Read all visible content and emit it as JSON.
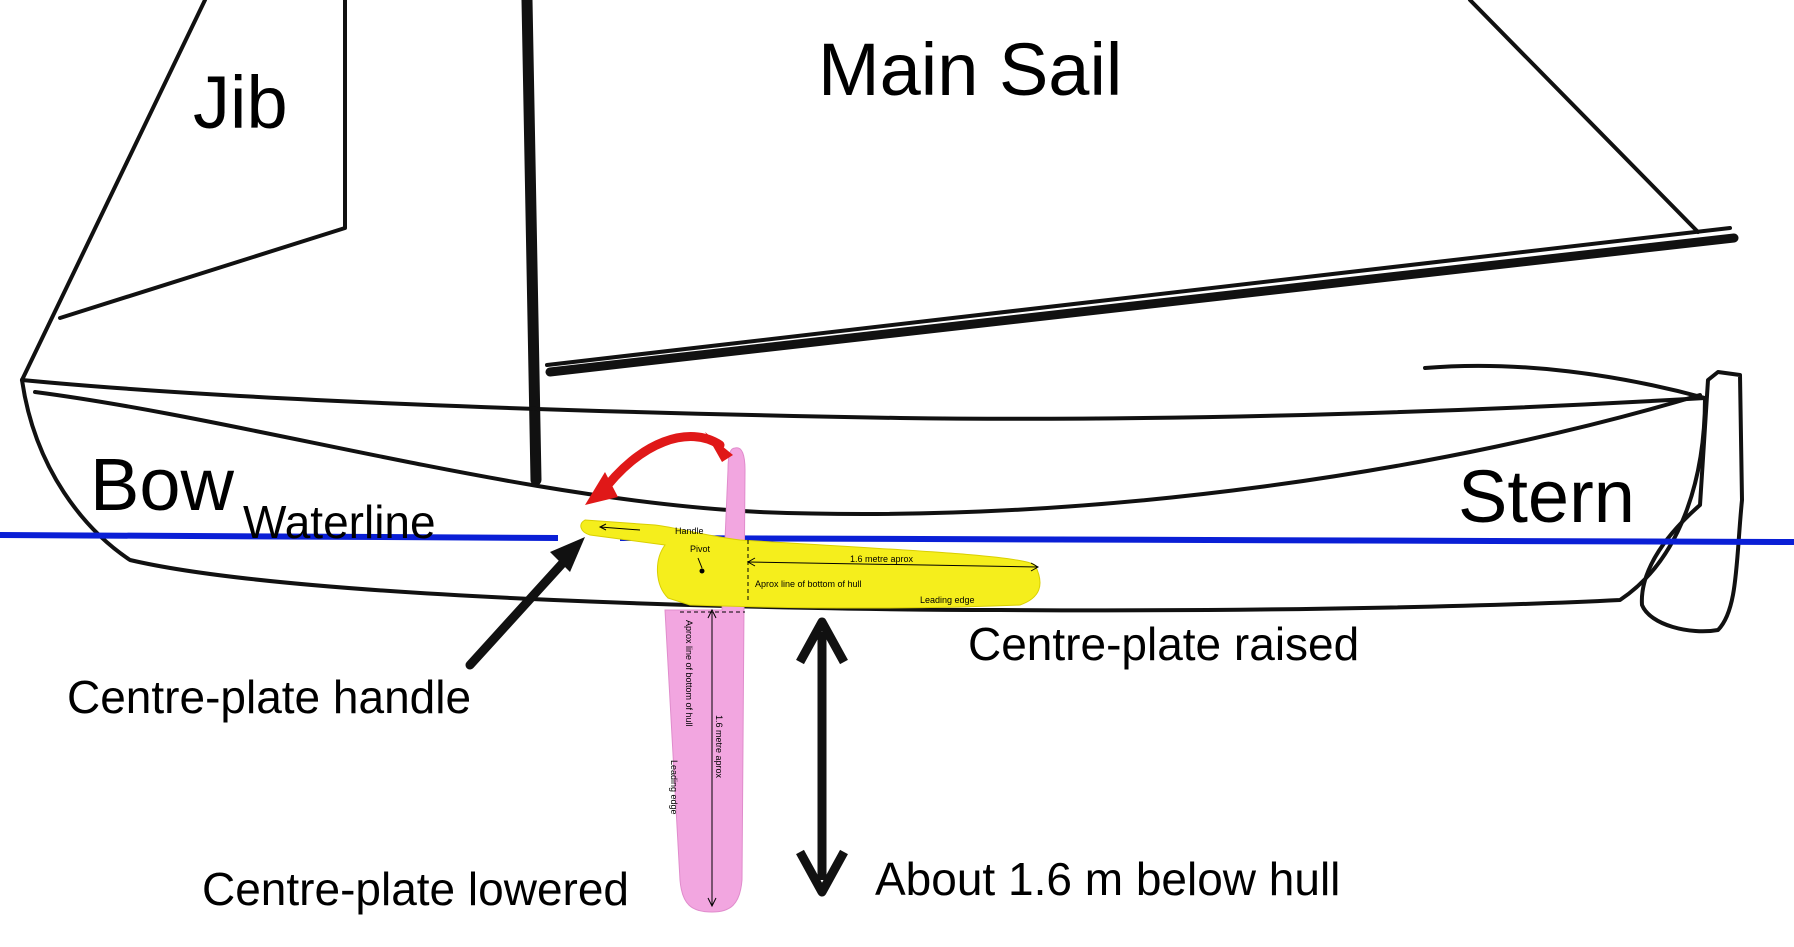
{
  "labels": {
    "jib": "Jib",
    "main_sail": "Main Sail",
    "bow": "Bow",
    "waterline": "Waterline",
    "stern": "Stern",
    "centreplate_handle": "Centre-plate handle",
    "centreplate_raised": "Centre-plate raised",
    "centreplate_lowered": "Centre-plate lowered",
    "depth_note": "About 1.6 m below hull"
  },
  "raised_plate": {
    "handle": "Handle",
    "pivot": "Pivot",
    "length": "1.6 metre aprox",
    "hull_line": "Aprox line of bottom of hull",
    "leading_edge": "Leading edge"
  },
  "lowered_plate": {
    "length": "1.6 metre aprox",
    "hull_line": "Aprox line of bottom of hull",
    "leading_edge": "Leading edge"
  },
  "colors": {
    "waterline": "#0a1fd6",
    "raised_plate": "#f5ee1c",
    "lowered_plate": "#f2a6e0",
    "rotation_arrow": "#e01818",
    "outline": "#111111"
  }
}
